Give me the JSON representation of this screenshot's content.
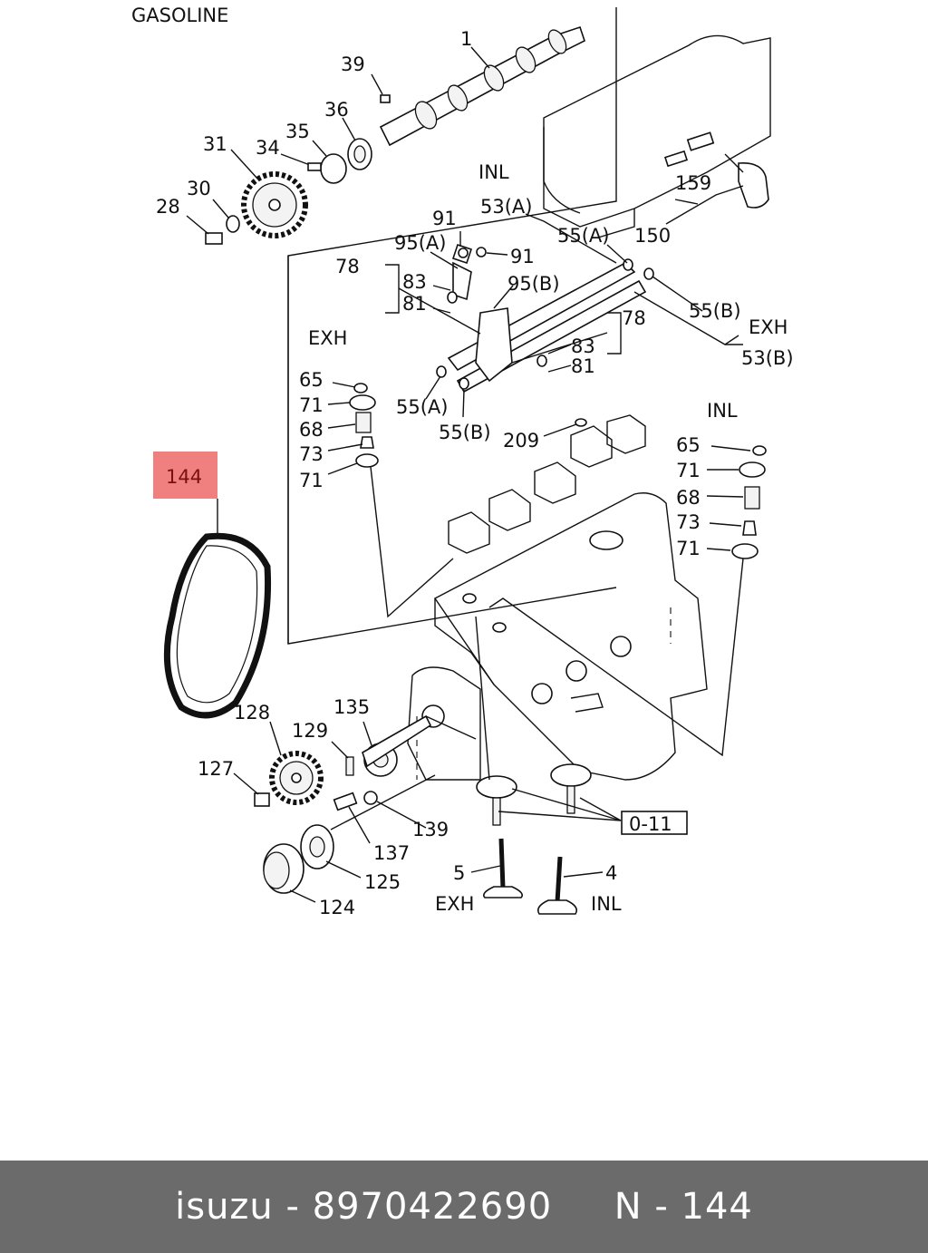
{
  "header": {
    "engine_type": "GASOLINE"
  },
  "callouts": {
    "c1": "1",
    "c39": "39",
    "c36": "36",
    "c35": "35",
    "c34": "34",
    "c31": "31",
    "c30": "30",
    "c28": "28",
    "c91a": "91",
    "c91b": "91",
    "c95a": "95(A)",
    "c95b": "95(B)",
    "c53a": "53(A)",
    "c55a_top": "55(A)",
    "c150": "150",
    "c159": "159",
    "c78a": "78",
    "c83a": "83",
    "c81a": "81",
    "c78b": "78",
    "c83b": "83",
    "c81b": "81",
    "c55b_right": "55(B)",
    "c53b": "53(B)",
    "c55a_bot": "55(A)",
    "c55b_bot": "55(B)",
    "c209": "209",
    "c65l": "65",
    "c71l1": "71",
    "c68l": "68",
    "c73l": "73",
    "c71l2": "71",
    "c65r": "65",
    "c71r1": "71",
    "c68r": "68",
    "c73r": "73",
    "c71r2": "71",
    "c144": "144",
    "c128": "128",
    "c135": "135",
    "c129": "129",
    "c127": "127",
    "c139": "139",
    "c137": "137",
    "c125": "125",
    "c124": "124",
    "c5": "5",
    "c4": "4",
    "c011": "0-11"
  },
  "side_labels": {
    "inl_top": "INL",
    "exh_left": "EXH",
    "exh_right": "EXH",
    "inl_right": "INL",
    "exh_valve": "EXH",
    "inl_valve": "INL"
  },
  "highlight": {
    "part_number": "144",
    "color": "#f08080"
  },
  "footer": {
    "brand": "isuzu",
    "part_code": "8970422690",
    "ref": "N - 144"
  }
}
